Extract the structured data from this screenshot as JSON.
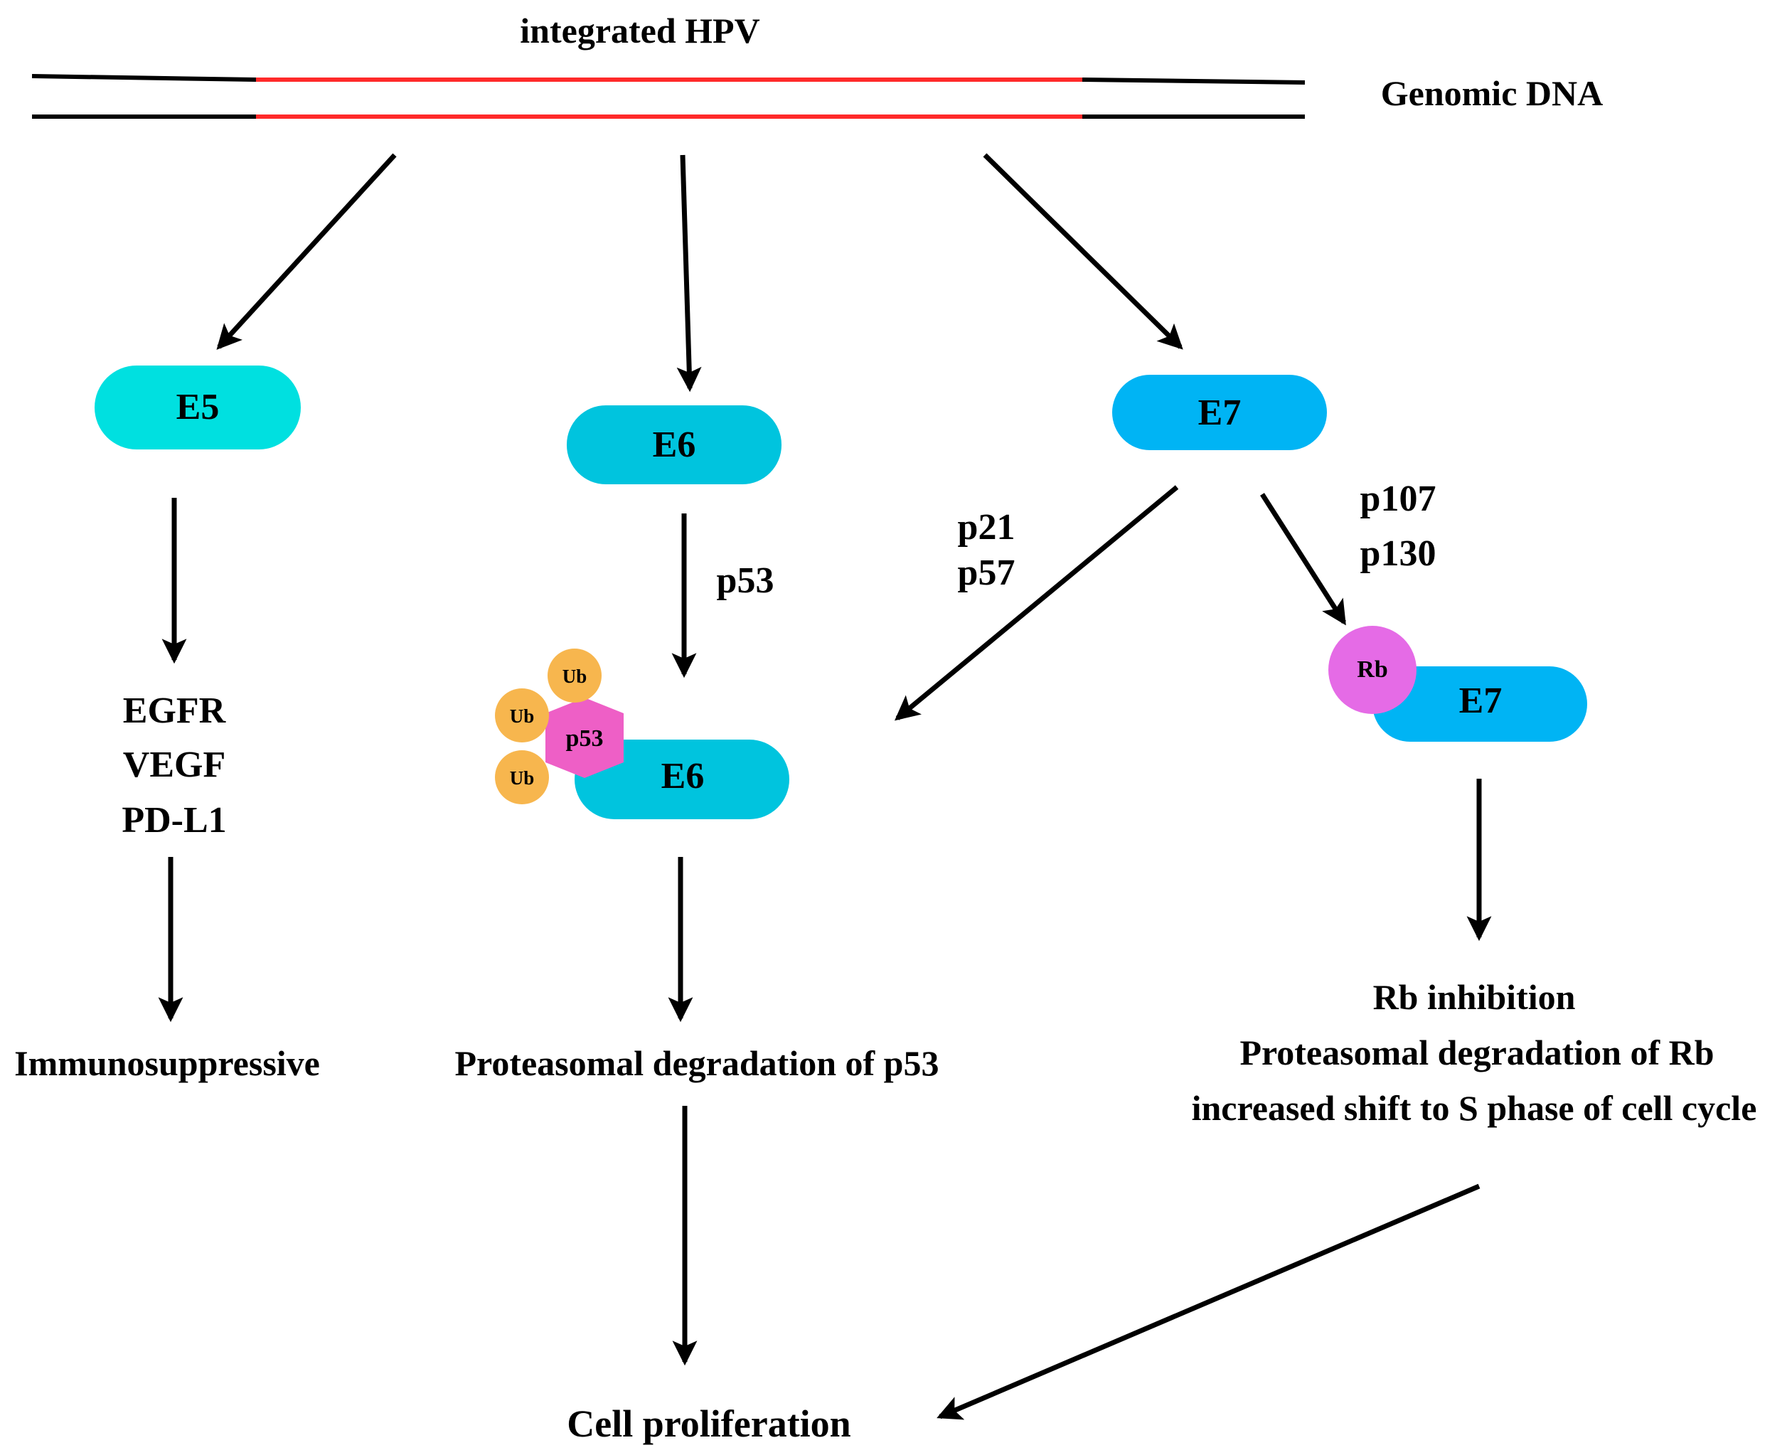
{
  "dna": {
    "label_integrated": "integrated HPV",
    "label_genomic": "Genomic DNA",
    "host_color": "#000000",
    "viral_color": "#ff2a2a"
  },
  "proteins": {
    "e5": {
      "label": "E5",
      "color": "#00e0e0"
    },
    "e6": {
      "label": "E6",
      "color": "#00c4de"
    },
    "e7": {
      "label": "E7",
      "color": "#00b4f4"
    }
  },
  "e5_branch": {
    "targets": [
      "EGFR",
      "VEGF",
      "PD-L1"
    ],
    "outcome": "Immunosuppressive"
  },
  "e6_branch": {
    "substrate": "p53",
    "complex": {
      "e6": "E6",
      "p53": "p53",
      "ub": [
        "Ub",
        "Ub",
        "Ub"
      ],
      "ub_color": "#f7b64e",
      "p53_color": "#ee5fc6"
    },
    "outcome": "Proteasomal degradation of p53"
  },
  "e7_branch": {
    "cdk_inhibitors": [
      "p21",
      "p57"
    ],
    "pocket_proteins": [
      "p107",
      "p130"
    ],
    "complex": {
      "rb": "Rb",
      "e7": "E7",
      "rb_color": "#e56be6"
    },
    "outcomes": [
      "Rb inhibition",
      "Proteasomal degradation of Rb",
      "increased shift to S phase of cell cycle"
    ]
  },
  "final_outcome": "Cell proliferation"
}
